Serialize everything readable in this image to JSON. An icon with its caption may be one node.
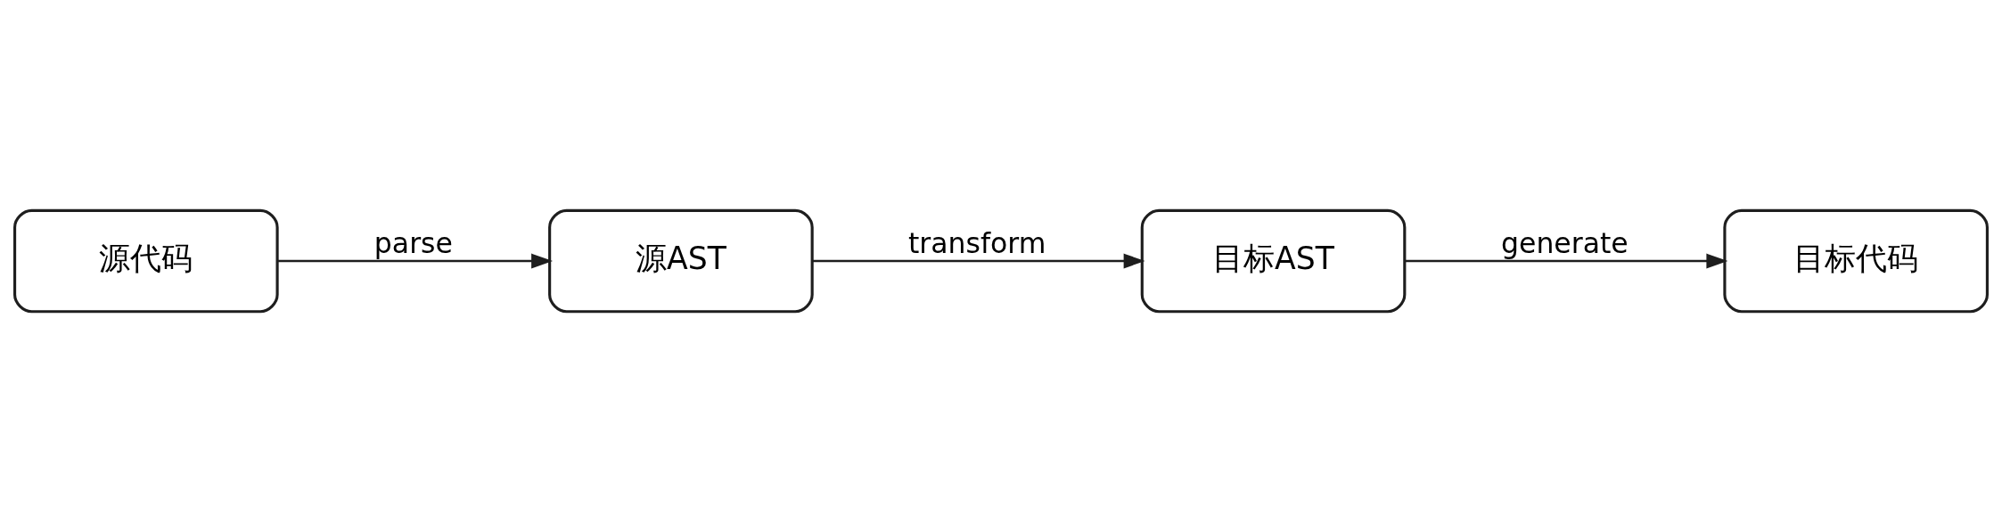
{
  "diagram": {
    "nodes": [
      {
        "text": [
          "源代码"
        ]
      },
      {
        "text": [
          "源AST"
        ]
      },
      {
        "text": [
          "目标AST"
        ]
      },
      {
        "text": [
          "目标代码"
        ]
      }
    ],
    "edges": [
      {
        "from": 0,
        "to": 1,
        "arrow": "to",
        "label": "parse"
      },
      {
        "from": 1,
        "to": 2,
        "arrow": "to",
        "label": "transform"
      },
      {
        "from": 2,
        "to": 3,
        "arrow": "to",
        "label": "generate"
      }
    ]
  }
}
